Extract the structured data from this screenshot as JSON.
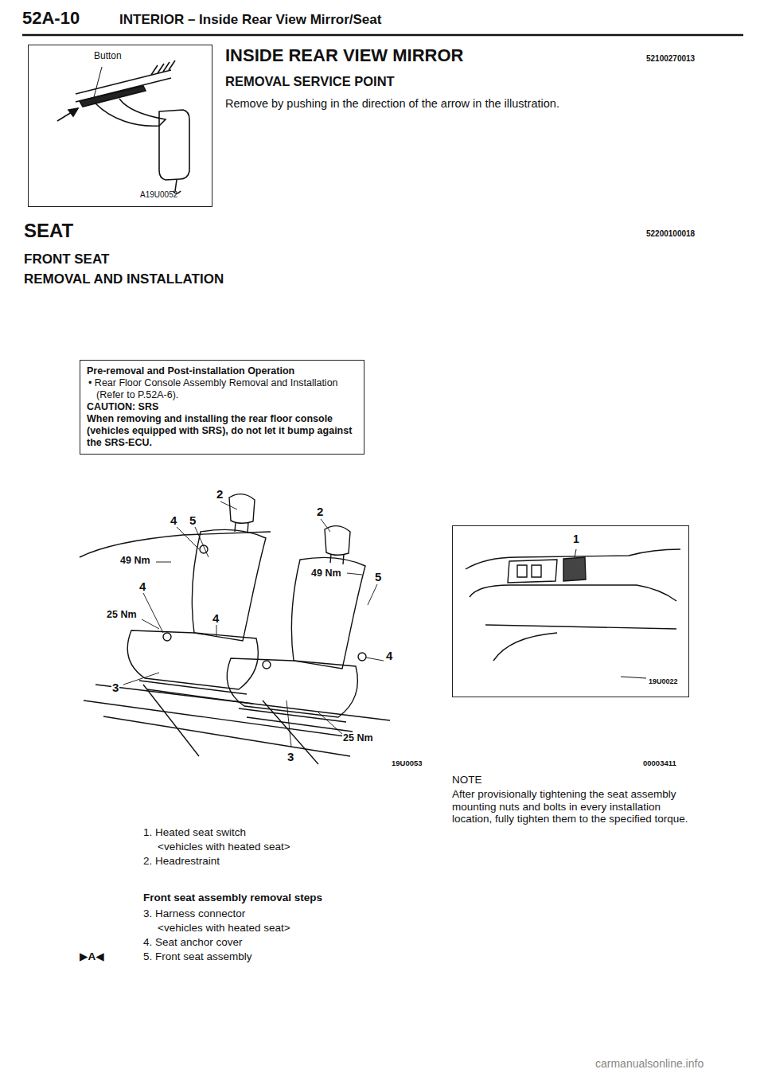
{
  "diagram": {
    "title": "INTERIOR – Inside Rear View Mirror/Seat",
    "nodes": [
      {
        "text": [
          "Button",
          "A19U0052"
        ]
      },
      {
        "text": [
          "Pre-removal and Post-installation Operation",
          "• Rear Floor Console Assembly Removal and Installation (Refer to P.52A-6).",
          "CAUTION: SRS",
          "When removing and installing the rear floor console (vehicles equipped with SRS), do not let it bump against the SRS-ECU."
        ]
      },
      {
        "text": [
          "1",
          "19U0022"
        ]
      }
    ],
    "labels": [
      "52A-10",
      "INSIDE REAR VIEW MIRROR",
      "52100270013",
      "REMOVAL SERVICE POINT",
      "Remove by pushing in the direction of the arrow in the illustration.",
      "SEAT",
      "52200100018",
      "FRONT SEAT",
      "REMOVAL AND INSTALLATION",
      "2",
      "4",
      "5",
      "2",
      "49 Nm",
      "4",
      "49 Nm",
      "5",
      "25 Nm",
      "4",
      "4",
      "3",
      "25 Nm",
      "3",
      "19U0053",
      "00003411",
      "NOTE",
      "After provisionally tightening the seat assembly mounting nuts and bolts in every installation location, fully tighten them to the specified torque.",
      "1. Heated seat switch",
      "<vehicles with heated seat>",
      "2. Headrestraint",
      "Front seat assembly removal steps",
      "3. Harness connector",
      "<vehicles with heated seat>",
      "4. Seat anchor cover",
      "▶A◀",
      "5. Front seat assembly",
      "carmanualsonline.info"
    ]
  }
}
